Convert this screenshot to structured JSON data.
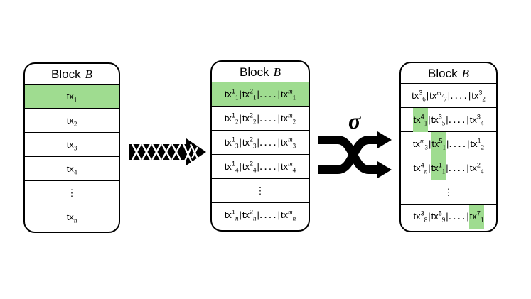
{
  "block_title": "Block",
  "block_symbol": "B",
  "operator_symbol": "σ",
  "block1": {
    "rows": [
      {
        "base": "tx",
        "sub": "1",
        "highlight": true
      },
      {
        "base": "tx",
        "sub": "2",
        "highlight": false
      },
      {
        "base": "tx",
        "sub": "3",
        "highlight": false
      },
      {
        "base": "tx",
        "sub": "4",
        "highlight": false
      },
      {
        "vdots": "⋮"
      },
      {
        "base": "tx",
        "sub": "n",
        "highlight": false
      }
    ]
  },
  "block2": {
    "rows": [
      {
        "highlight": true,
        "parts": [
          {
            "sup": "1",
            "sub": "1"
          },
          {
            "sup": "2",
            "sub": "1"
          },
          {
            "sup": "m",
            "sub": "1"
          }
        ]
      },
      {
        "highlight": false,
        "parts": [
          {
            "sup": "1",
            "sub": "2"
          },
          {
            "sup": "2",
            "sub": "2"
          },
          {
            "sup": "m",
            "sub": "2"
          }
        ]
      },
      {
        "highlight": false,
        "parts": [
          {
            "sup": "1",
            "sub": "3"
          },
          {
            "sup": "2",
            "sub": "3"
          },
          {
            "sup": "m",
            "sub": "3"
          }
        ]
      },
      {
        "highlight": false,
        "parts": [
          {
            "sup": "1",
            "sub": "4"
          },
          {
            "sup": "2",
            "sub": "4"
          },
          {
            "sup": "m",
            "sub": "4"
          }
        ]
      },
      {
        "vdots": "⋮"
      },
      {
        "highlight": false,
        "parts": [
          {
            "sup": "1",
            "sub": "n"
          },
          {
            "sup": "2",
            "sub": "n"
          },
          {
            "sup": "m",
            "sub": "n"
          }
        ]
      }
    ]
  },
  "block3": {
    "rows": [
      {
        "parts": [
          {
            "sup": "3",
            "sub": "6",
            "hl": false
          },
          {
            "sup": "m7",
            "sub": "7",
            "hl": false
          },
          {
            "sup": "3",
            "sub": "2",
            "hl": false
          }
        ]
      },
      {
        "parts": [
          {
            "sup": "4",
            "sub": "1",
            "hl": true
          },
          {
            "sup": "3",
            "sub": "5",
            "hl": false
          },
          {
            "sup": "3",
            "sub": "4",
            "hl": false
          }
        ]
      },
      {
        "parts": [
          {
            "sup": "m",
            "sub": "3",
            "hl": false
          },
          {
            "sup": "5",
            "sub": "1",
            "hl": true
          },
          {
            "sup": "1",
            "sub": "2",
            "hl": false
          }
        ]
      },
      {
        "parts": [
          {
            "sup": "4",
            "sub": "n",
            "hl": false
          },
          {
            "sup": "1",
            "sub": "1",
            "hl": true
          },
          {
            "sup": "2",
            "sub": "4",
            "hl": false
          }
        ]
      },
      {
        "vdots": "⋮"
      },
      {
        "parts": [
          {
            "sup": "3",
            "sub": "8",
            "hl": false
          },
          {
            "sup": "5",
            "sub": "9",
            "hl": false
          },
          {
            "sup": "7",
            "sub": "1",
            "hl": true
          }
        ]
      }
    ]
  },
  "tx_base": "tx",
  "separator": "|",
  "ellipsis": "....",
  "colors": {
    "highlight": "#9fdc90",
    "stroke": "#000000"
  }
}
